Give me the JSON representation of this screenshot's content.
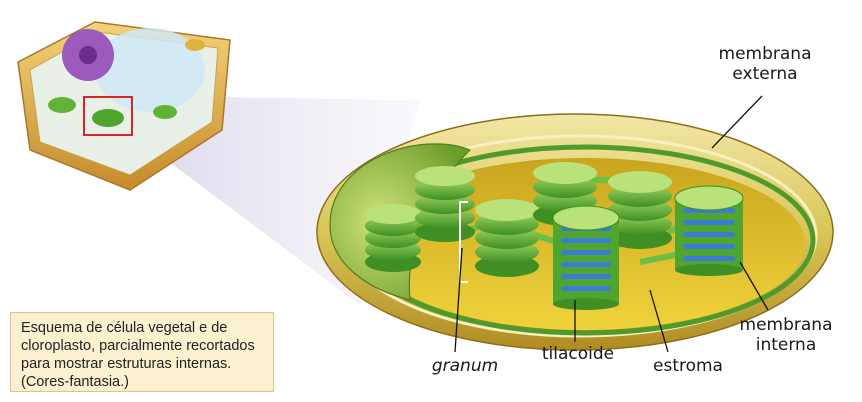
{
  "labels": {
    "outer_membrane": "membrana externa",
    "inner_membrane": "membrana interna",
    "granum": "granum",
    "thylakoid": "tilacoide",
    "stroma": "estroma"
  },
  "caption": "Esquema de célula vegetal e de cloroplasto, parcialmente recortados para mostrar estruturas internas. (Cores-fantasia.)",
  "colors": {
    "outer_membrane": "#e8d77a",
    "stroma": "#d9b92a",
    "thylakoid_green": "#5fb336",
    "thylakoid_blue": "#3a7bd5",
    "cell_wall": "#e1b04a",
    "nucleus": "#9a5bbd",
    "caption_bg": "#fbf0cf"
  }
}
